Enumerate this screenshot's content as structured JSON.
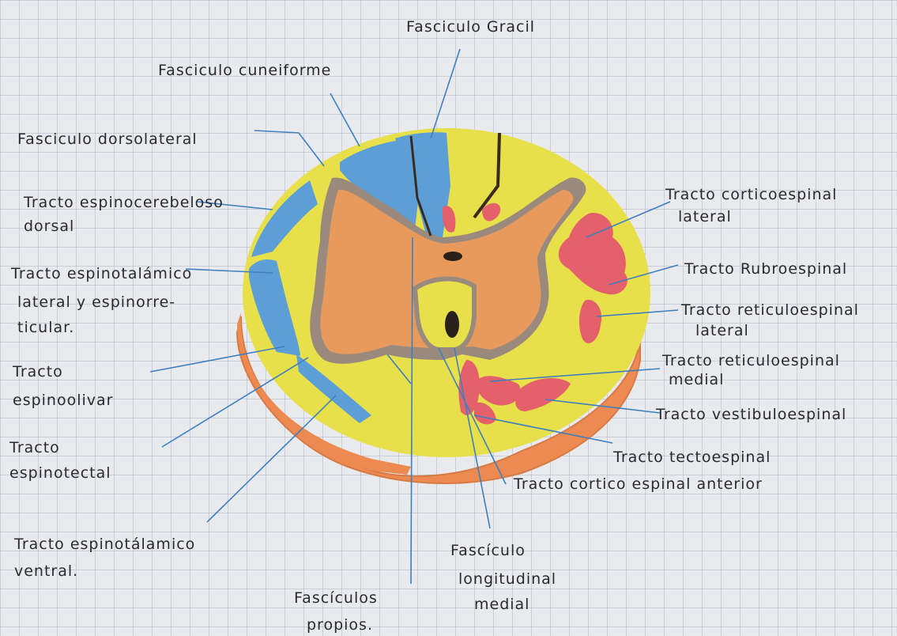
{
  "paper": {
    "color": "#e9eaee",
    "grid_color": "#a9b2c6"
  },
  "colors": {
    "white_matter": "#e8e04a",
    "gray_matter": "#e89a5c",
    "gray_matter_outline": "#6e5a4a",
    "ascending_tracts": "#5b9fd6",
    "descending_tracts": "#e4606a",
    "ventral_band": "#ec8a52",
    "leader_line": "#3d7fc0",
    "ink": "#2a2a2e"
  },
  "labels": {
    "fasciculo_gracil": "Fasciculo Gracil",
    "fasciculo_cuneiforme": "Fasciculo cuneiforme",
    "fasciculo_dorsolateral": "Fasciculo dorsolateral",
    "espinocerebeloso_dorsal": [
      "Tracto espinocerebeloso",
      "dorsal"
    ],
    "espinotalamico_lateral": [
      "Tracto espinotalámico",
      "lateral y espinorre-",
      "ticular."
    ],
    "espinoolivar": [
      "Tracto",
      "espinoolivar"
    ],
    "espinotectal": [
      "Tracto",
      "espinotectal"
    ],
    "espinotalamico_ventral": [
      "Tracto espinotálamico",
      "ventral."
    ],
    "fasciculos_propios": [
      "Fascículos",
      "propios."
    ],
    "fasciculo_longitudinal_medial": [
      "Fascículo",
      "longitudinal",
      "medial"
    ],
    "corticoespinal_lateral": [
      "Tracto corticoespinal",
      "lateral"
    ],
    "rubroespinal": "Tracto Rubroespinal",
    "reticuloespinal_lateral": [
      "Tracto reticuloespinal",
      "lateral"
    ],
    "reticuloespinal_medial": [
      "Tracto reticuloespinal",
      "medial"
    ],
    "vestibuloespinal": "Tracto vestibuloespinal",
    "tectoespinal": "Tracto tectoespinal",
    "corticoespinal_anterior": "Tracto cortico espinal anterior"
  }
}
